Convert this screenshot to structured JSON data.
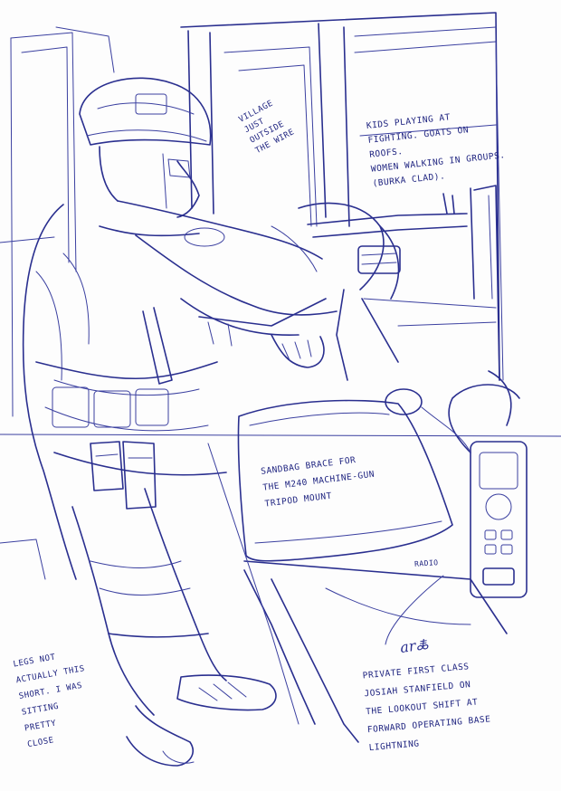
{
  "sketch": {
    "subject": "soldier-on-lookout-sketch",
    "ink_color": "#2a2f8f",
    "paper_color": "#fdfdfd"
  },
  "annotations": {
    "village": "Village\njust outside\nthe wire",
    "kids": "Kids playing at\nfighting. Goats on roofs.\nWomen walking in groups.\n(Burka clad).",
    "sandbag": "Sandbag brace for\nthe M240 machine-gun\ntripod mount",
    "radio": "Radio",
    "legs": "Legs not\nactually this\nshort. I was\nsitting pretty\nclose",
    "private": "Private First Class\nJosiah Stanfield on\nthe lookout shift at\nForward Operating Base\nLightning"
  }
}
